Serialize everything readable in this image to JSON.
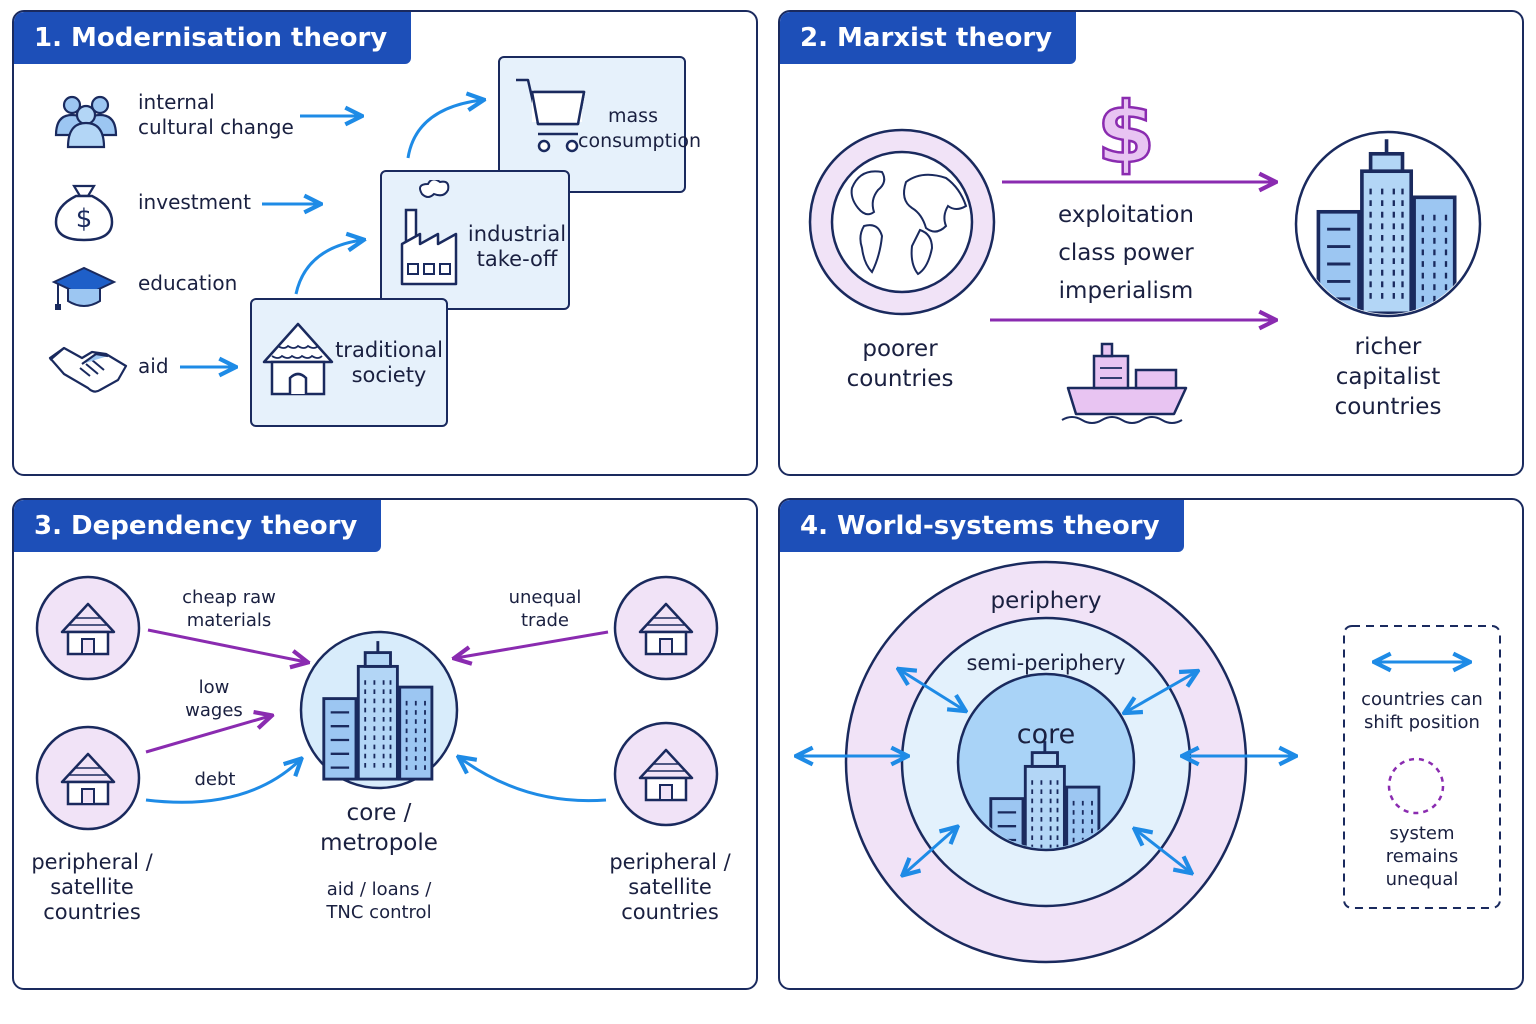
{
  "panels": {
    "modernisation": {
      "title": "1. Modernisation theory",
      "factors": [
        "internal\ncultural change",
        "investment",
        "education",
        "aid"
      ],
      "stages": {
        "traditional": "traditional\nsociety",
        "takeoff": "industrial\ntake-off",
        "mass": "mass\nconsumption"
      },
      "icons": [
        "people-group-icon",
        "money-bag-icon",
        "graduation-cap-icon",
        "handshake-icon",
        "hut-icon",
        "factory-icon",
        "shopping-cart-icon"
      ]
    },
    "marxist": {
      "title": "2. Marxist theory",
      "poorer": "poorer\ncountries",
      "richer": "richer\ncapitalist\ncountries",
      "concepts": [
        "exploitation",
        "class power",
        "imperialism"
      ],
      "icons": [
        "globe-icon",
        "dollar-icon",
        "cargo-ship-icon",
        "city-skyline-icon"
      ]
    },
    "dependency": {
      "title": "3. Dependency theory",
      "flows": [
        "cheap raw\nmaterials",
        "low\nwages",
        "debt",
        "unequal\ntrade"
      ],
      "core": "core /\nmetropole",
      "core_note": "aid / loans /\nTNC control",
      "periphery_left": "peripheral /\nsatellite\ncountries",
      "periphery_right": "peripheral /\nsatellite\ncountries",
      "icons": [
        "hut-icon",
        "city-skyline-icon"
      ]
    },
    "worldsystems": {
      "title": "4. World-systems theory",
      "rings": [
        "periphery",
        "semi-periphery",
        "core"
      ],
      "legend": {
        "shift": "countries can\nshift position",
        "unequal": "system\nremains\nunequal"
      },
      "icons": [
        "double-arrow-icon",
        "dashed-circle-icon",
        "city-skyline-icon"
      ]
    }
  },
  "colors": {
    "navy": "#1a2a5e",
    "header_blue": "#1d4fb8",
    "arrow_blue": "#1e8be6",
    "purple": "#8a2bb0",
    "light_blue": "#e6f1fb",
    "icon_blue": "#9cc6f2",
    "lavender": "#f1e3f7",
    "pale_blue": "#d8ecfb",
    "core_blue": "#a9d3f7"
  }
}
